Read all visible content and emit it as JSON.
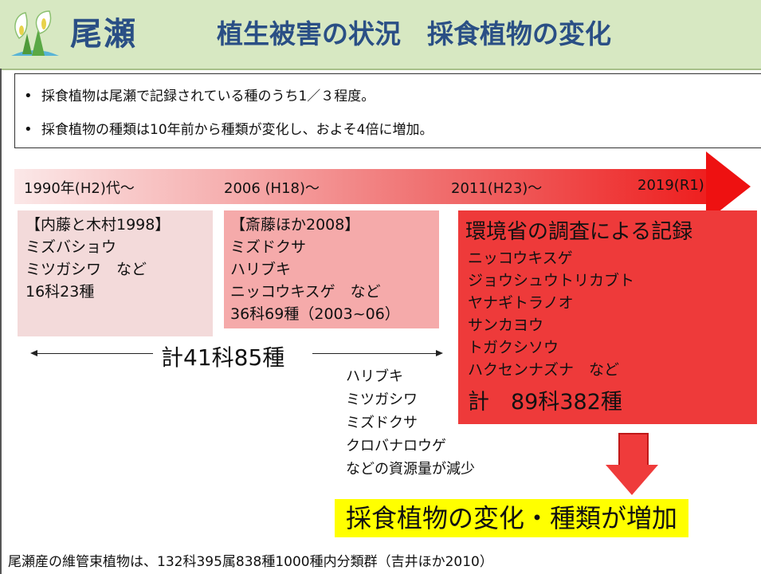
{
  "header": {
    "brand": "尾瀬",
    "title": "植生被害の状況　採食植物の変化",
    "colors": {
      "bar": "#d7e8c2",
      "title": "#2a4f85"
    }
  },
  "summary": {
    "bullets": [
      "採食植物は尾瀬で記録されている種のうち1／３程度。",
      "採食植物の種類は10年前から種類が変化し、およそ4倍に増加。"
    ]
  },
  "timeline": {
    "periods": [
      "1990年(H2)代～",
      "2006 (H18)～",
      "2011(H23)～",
      "2019(R1)"
    ]
  },
  "boxes": {
    "box1": {
      "lines": [
        "【内藤と木村1998】",
        "ミズバショウ",
        "ミツガシワ　など",
        "16科23種"
      ]
    },
    "box2": {
      "lines": [
        "【斎藤ほか2008】",
        "ミズドクサ",
        "ハリブキ",
        "ニッコウキスゲ　など",
        "36科69種（2003~06）"
      ]
    },
    "box3": {
      "title": "環境省の調査による記録",
      "lines": [
        "ニッコウキスゲ",
        "ジョウシュウトリカブト",
        "ヤナギトラノオ",
        "サンカヨウ",
        "トガクシソウ",
        "ハクセンナズナ　など"
      ],
      "total": "計　89科382種"
    }
  },
  "total_combined": "計41科85種",
  "decrease": {
    "lines": [
      "ハリブキ",
      "ミツガシワ",
      "ミズドクサ",
      "クロバナロウゲ",
      "などの資源量が減少"
    ]
  },
  "conclusion": "採食植物の変化・種類が増加",
  "footnote": "尾瀬産の維管束植物は、132科395属838種1000種内分類群（吉井ほか2010）"
}
